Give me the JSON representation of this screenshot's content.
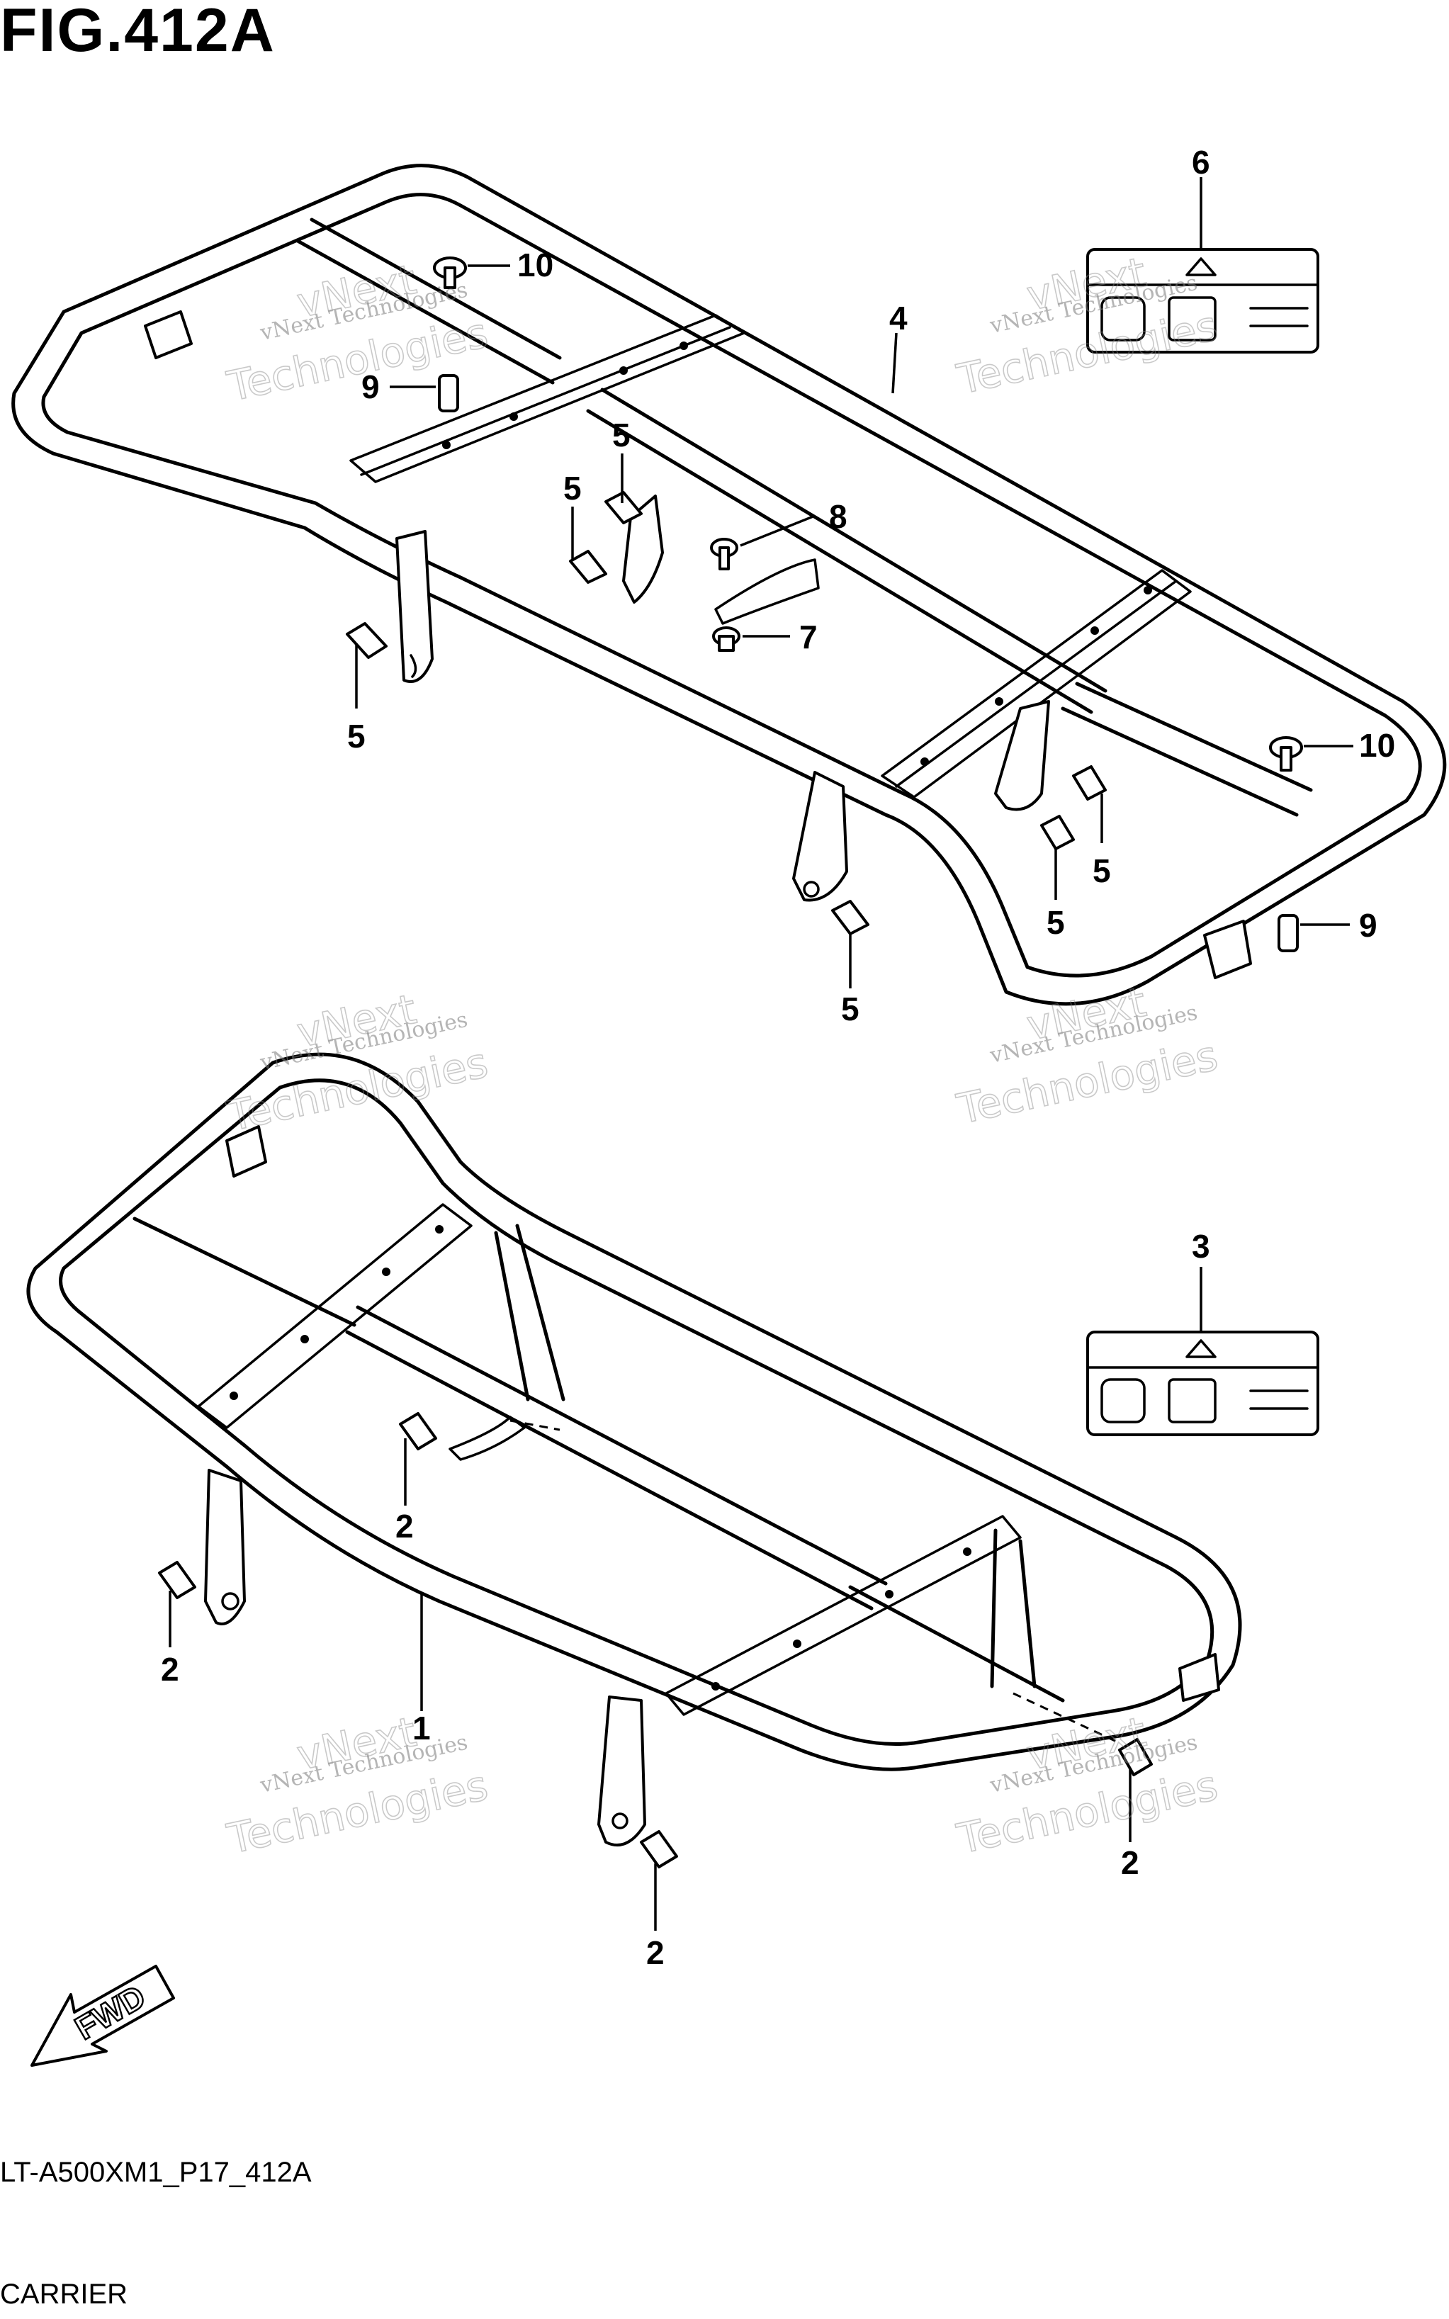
{
  "figure_title": "FIG.412A",
  "model_code": "LT-A500XM1_P17_412A",
  "section_name": "CARRIER",
  "fwd_label": "FWD",
  "watermark": {
    "line1": "vNext Technologies",
    "line2": "vNext",
    "line3": "Technologies"
  },
  "callouts": {
    "front_carrier": "1",
    "bolt": "2",
    "rear_label": "3",
    "rear_carrier": "4",
    "rear_bolt": "5",
    "front_label": "6",
    "nut": "7",
    "screw": "8",
    "cushion": "9",
    "cushion_screw": "10"
  }
}
